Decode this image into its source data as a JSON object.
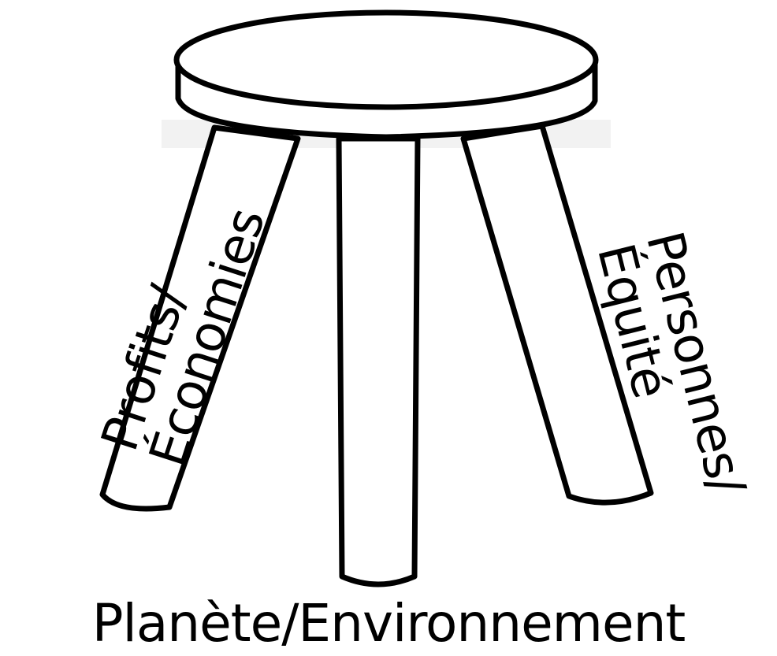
{
  "illustration": {
    "subject": "stool-icon",
    "stroke_color": "#000000",
    "fill_color": "#ffffff"
  },
  "labels": {
    "left_line1": "Profits/",
    "left_line2": "Économies",
    "right_line1": "Personnes/",
    "right_line2": "Équité",
    "bottom": "Planète/Environnement"
  }
}
